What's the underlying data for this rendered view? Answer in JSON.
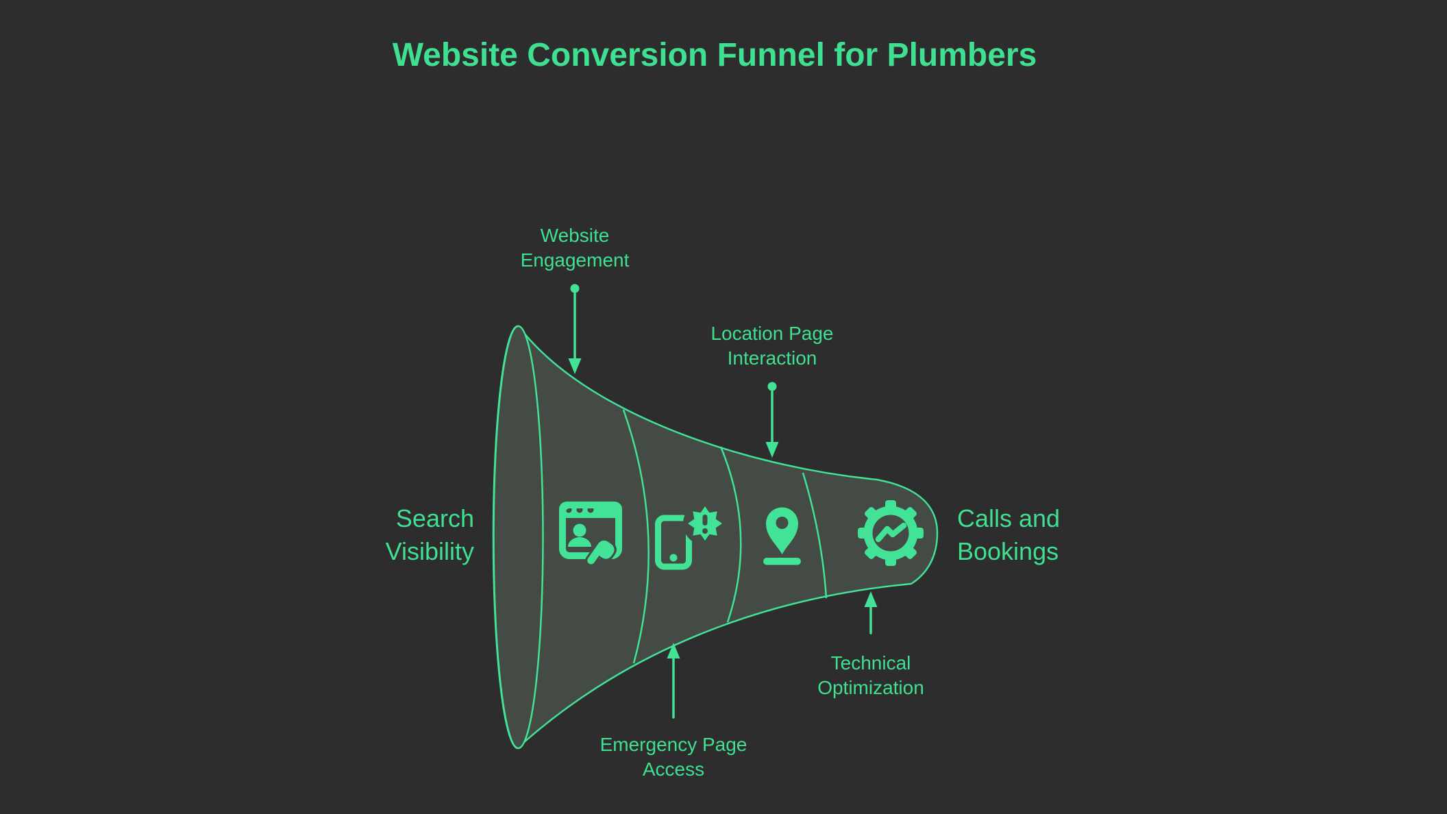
{
  "title": "Website Conversion Funnel for Plumbers",
  "colors": {
    "background": "#2D2D2D",
    "accent_green": "#42E297",
    "text_green": "#3FE091",
    "funnel_fill": "#434B44"
  },
  "funnel": {
    "input_label": {
      "lines": [
        "Search",
        "Visibility"
      ]
    },
    "output_label": {
      "lines": [
        "Calls and",
        "Bookings"
      ]
    },
    "stages": [
      {
        "label_lines": [
          "Website",
          "Engagement"
        ],
        "icon": "browser-user-click-icon",
        "callout_side": "top"
      },
      {
        "label_lines": [
          "Emergency Page",
          "Access"
        ],
        "icon": "phone-alert-icon",
        "callout_side": "bottom"
      },
      {
        "label_lines": [
          "Location Page",
          "Interaction"
        ],
        "icon": "location-pin-icon",
        "callout_side": "top"
      },
      {
        "label_lines": [
          "Technical",
          "Optimization"
        ],
        "icon": "gear-analytics-icon",
        "callout_side": "bottom"
      }
    ]
  }
}
